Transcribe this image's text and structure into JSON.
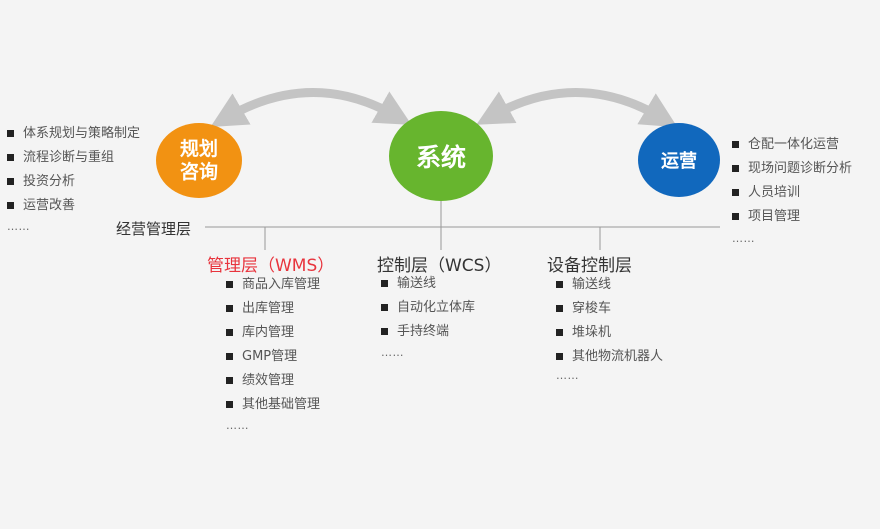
{
  "nodes": {
    "consult": "规划\n咨询",
    "system": "系统",
    "operation": "运营"
  },
  "consult_items": [
    "体系规划与策略制定",
    "流程诊断与重组",
    "投资分析",
    "运营改善"
  ],
  "consult_more": "……",
  "operation_items": [
    "仓配一体化运营",
    "现场问题诊断分析",
    "人员培训",
    "项目管理"
  ],
  "operation_more": "……",
  "business_layer_label": "经营管理层",
  "layers": [
    {
      "title": "管理层（WMS）",
      "items": [
        "商品入库管理",
        "出库管理",
        "库内管理",
        "GMP管理",
        "绩效管理",
        "其他基础管理"
      ],
      "more": "……"
    },
    {
      "title": "控制层（WCS）",
      "items": [
        "输送线",
        "自动化立体库",
        "手持终端"
      ],
      "more": "……"
    },
    {
      "title": "设备控制层",
      "items": [
        "输送线",
        "穿梭车",
        "堆垛机",
        "其他物流机器人"
      ],
      "more": "……"
    }
  ],
  "colors": {
    "consult": "#f29212",
    "system": "#67b52e",
    "operation": "#1168bd",
    "wms_title": "#e8343d",
    "arrow": "#c4c4c4",
    "line": "#999999"
  }
}
